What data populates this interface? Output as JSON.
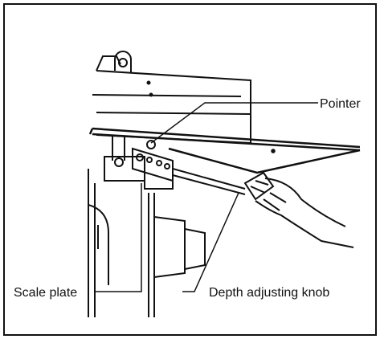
{
  "labels": {
    "pointer": "Pointer",
    "scale_plate": "Scale plate",
    "depth_knob": "Depth adjusting knob"
  },
  "colors": {
    "ink": "#111111",
    "paper": "#ffffff"
  }
}
